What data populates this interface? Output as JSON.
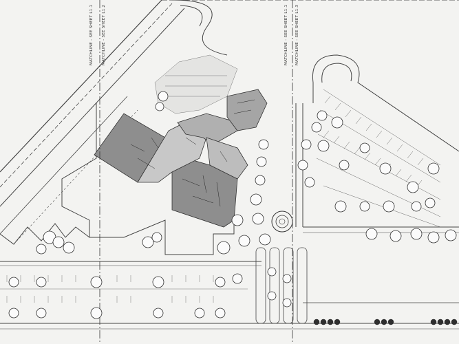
{
  "sheet": {
    "matchline_labels": [
      "MATCHLINE - SEE SHEET L1.1",
      "MATCHLINE - SEE SHEET L1.2",
      "MATCHLINE - SEE SHEET L1.1",
      "MATCHLINE - SEE SHEET L1.3"
    ],
    "colors": {
      "paper": "#f3f3f1",
      "linework": "#3a3a3a",
      "building_fill": "#8e8e8e",
      "tree_outline": "#2e2e2e"
    }
  }
}
